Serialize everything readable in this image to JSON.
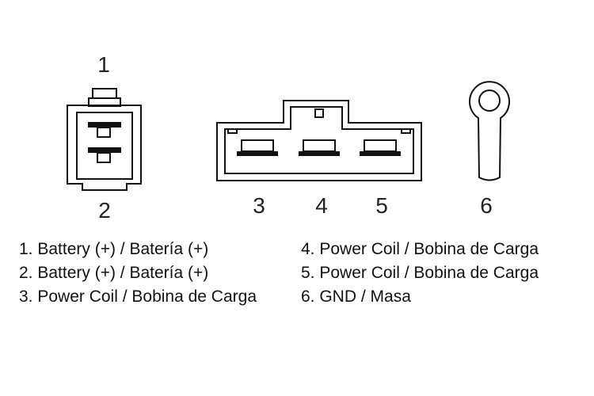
{
  "pins": {
    "p1": "1",
    "p2": "2",
    "p3": "3",
    "p4": "4",
    "p5": "5",
    "p6": "6"
  },
  "legend": {
    "left": [
      "1. Battery (+) / Batería (+)",
      "2. Battery (+) / Batería (+)",
      "3. Power Coil / Bobina de Carga"
    ],
    "right": [
      "4. Power Coil / Bobina de Carga",
      "5. Power Coil / Bobina de Carga",
      "6. GND / Masa"
    ]
  }
}
